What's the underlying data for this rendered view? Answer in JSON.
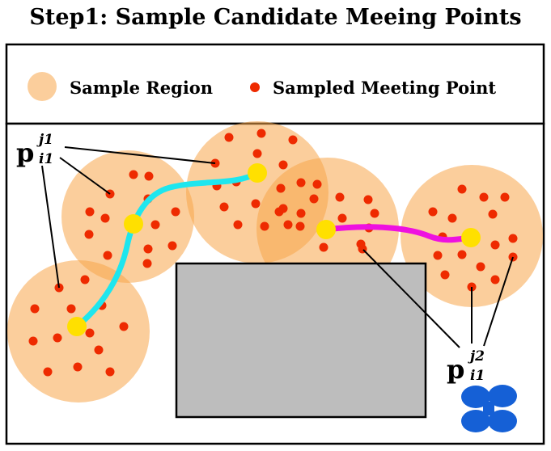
{
  "title": "Step1: Sample Candidate Meeing Points",
  "legend": {
    "region_label": "Sample Region",
    "point_label": "Sampled Meeting Point"
  },
  "labels": {
    "p1": {
      "base": "p",
      "sup": "j1",
      "sub": "i1"
    },
    "p2": {
      "base": "p",
      "sup": "j2",
      "sub": "i1"
    }
  },
  "icons": {
    "agent": "drone-icon"
  },
  "colors": {
    "region_fill": "#f7a64a",
    "point": "#ee2a00",
    "meeting": "#ffe000",
    "path_cyan": "#1ee6ee",
    "path_magenta": "#ee10e0",
    "obstacle": "#bdbdbd",
    "drone": "#1560d6"
  }
}
